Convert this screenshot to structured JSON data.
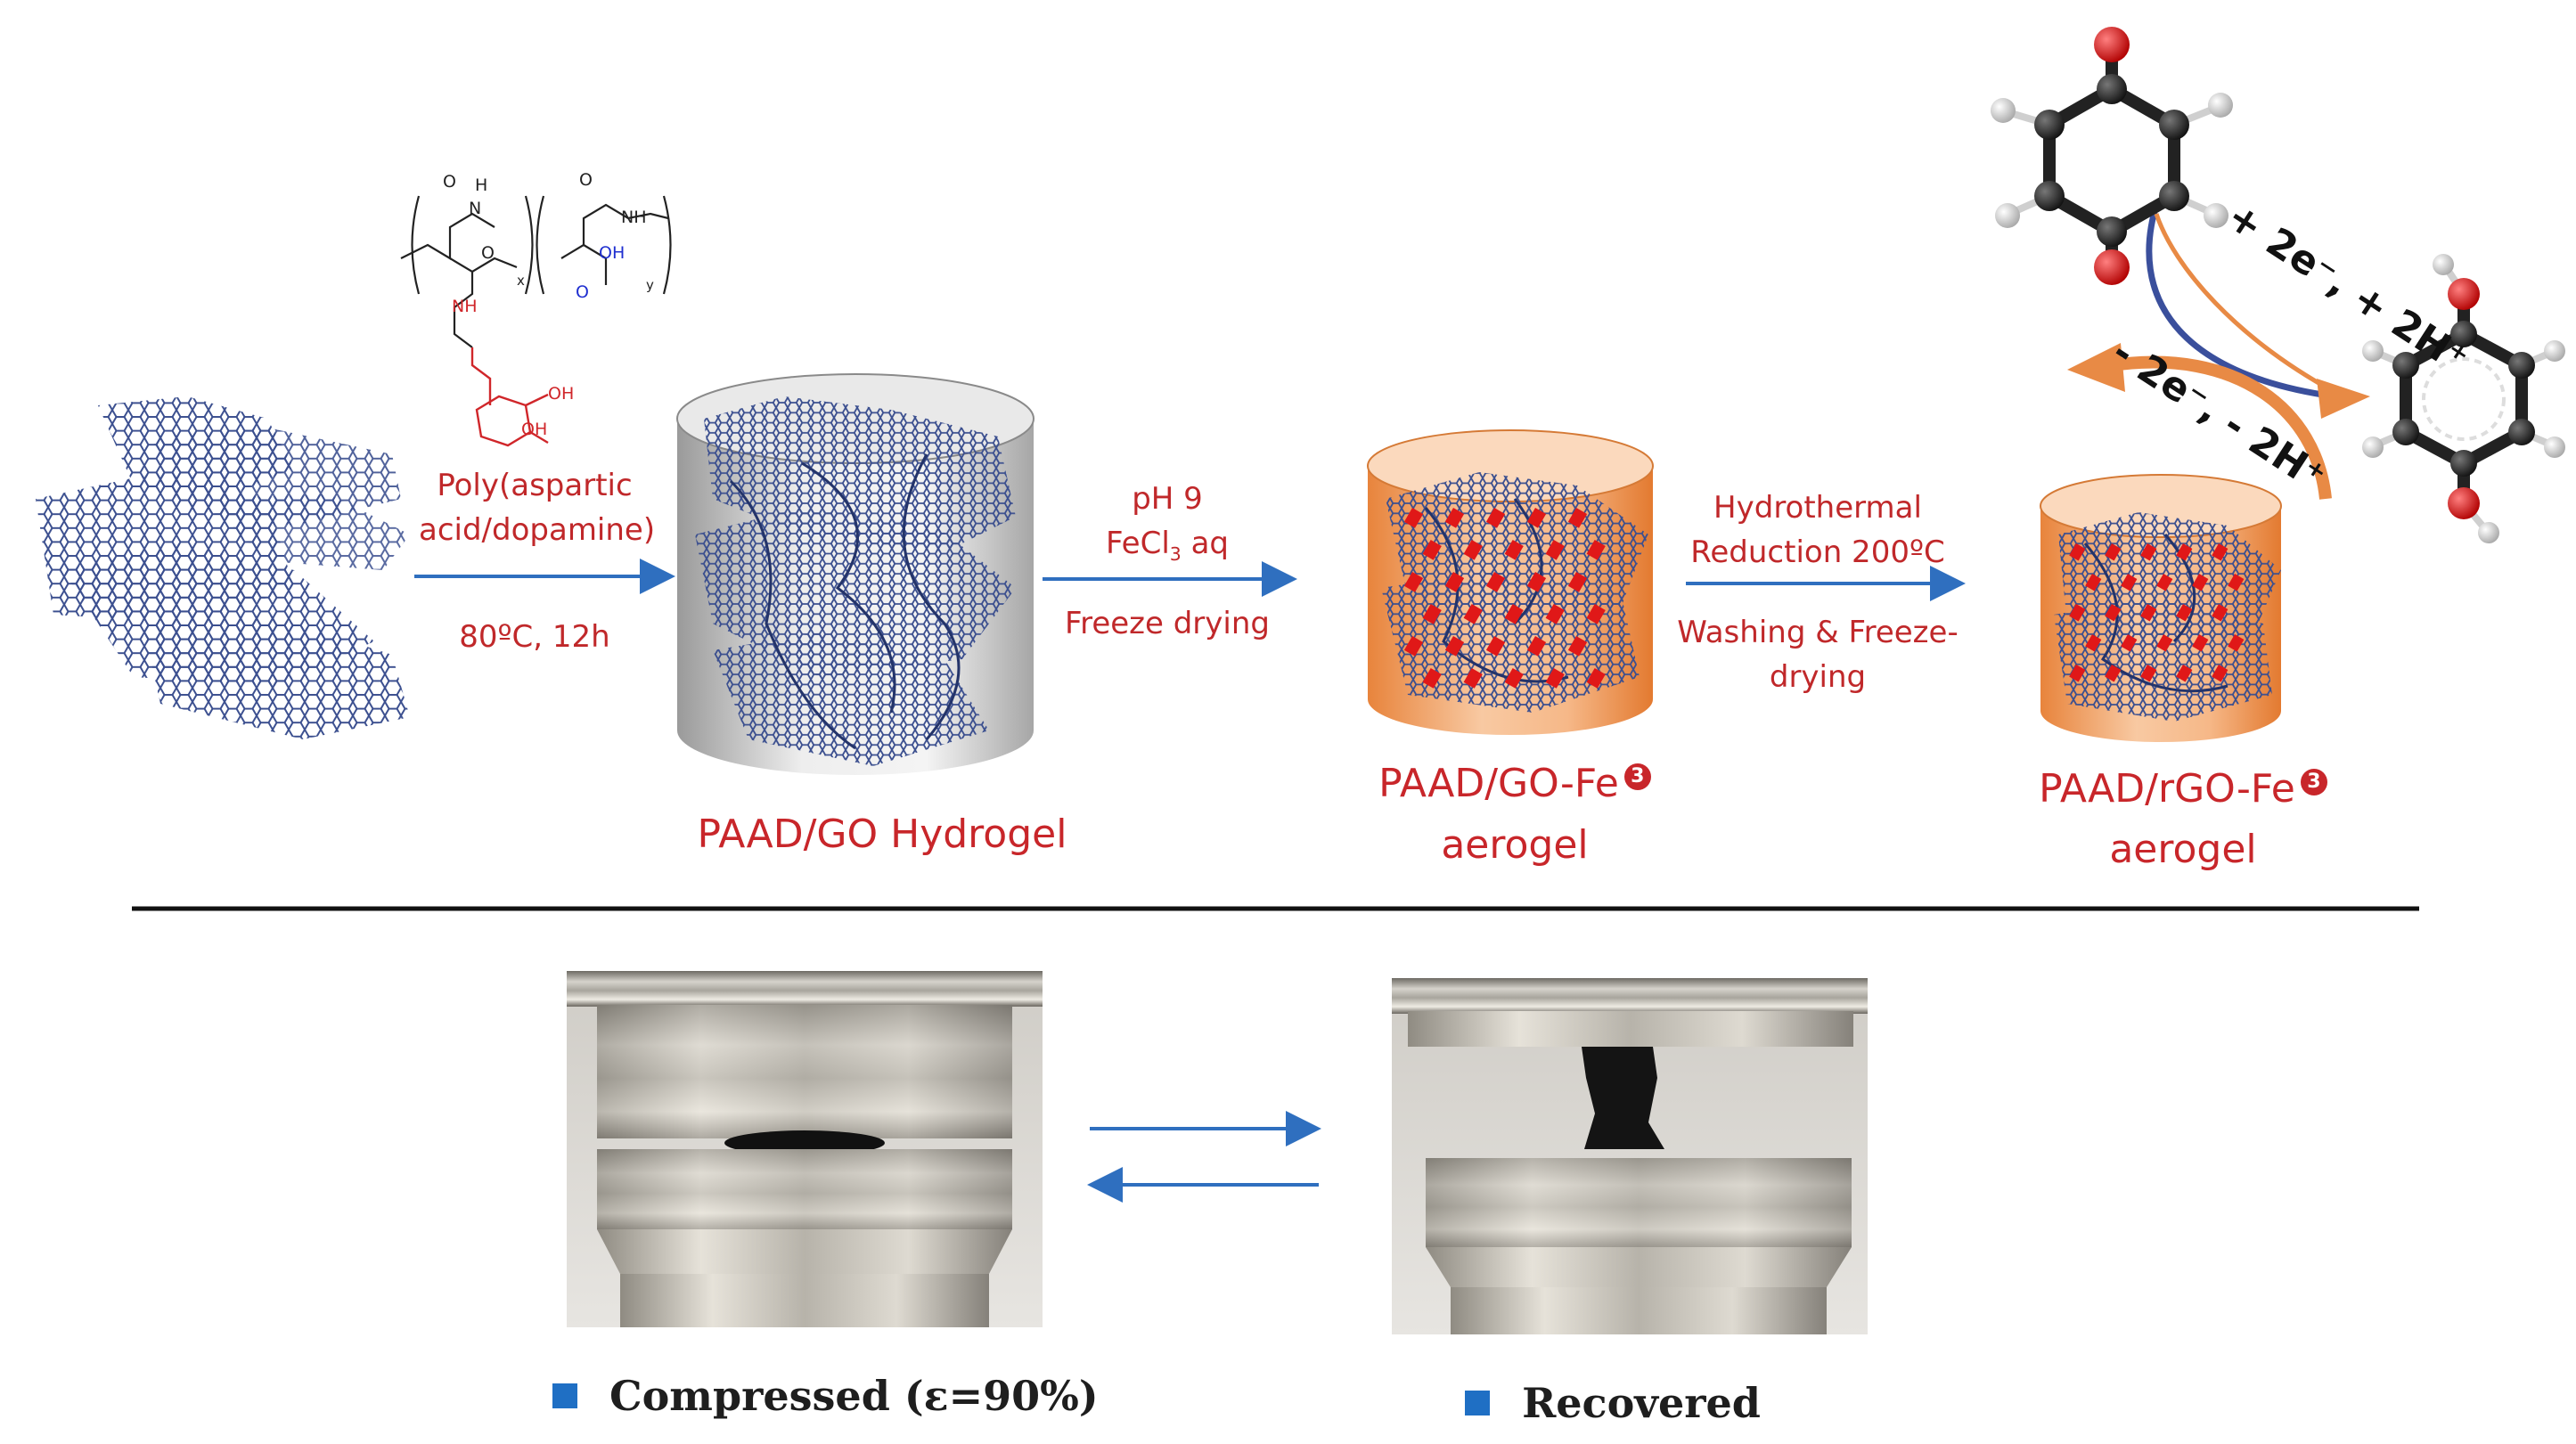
{
  "polymer": {
    "name": "Poly(aspartic acid/dopamine)",
    "struct_atoms": [
      "O",
      "H",
      "N",
      "O",
      "NH",
      "O",
      "OH",
      "O",
      "NH",
      "OH",
      "OH"
    ],
    "subscript_x": "x",
    "subscript_y": "y"
  },
  "steps": {
    "step1_condition": "80ºC, 12h",
    "step2_line1": "pH 9",
    "step2_line2_main": "FeCl",
    "step2_line2_sub": "3",
    "step2_line2_tail": " aq",
    "step2_line3": "Freeze drying",
    "step3_line1": "Hydrothermal",
    "step3_line2": "Reduction 200ºC",
    "step3_line3": "Washing & Freeze-",
    "step3_line4": "drying"
  },
  "products": {
    "hydrogel": "PAAD/GO Hydrogel",
    "aerogel1_line1": "PAAD/GO-Fe",
    "aerogel1_line2": "aerogel",
    "aerogel2_line1": "PAAD/rGO-Fe",
    "aerogel2_line2": "aerogel",
    "fe_charge": "3"
  },
  "redox": {
    "forward": "+ 2e⁻, + 2H⁺",
    "backward": "- 2e⁻, - 2H⁺"
  },
  "photos": {
    "left_caption": "Compressed (ε=90%)",
    "right_caption": "Recovered"
  },
  "colors": {
    "red_text": "#c8262a",
    "arrow_blue": "#2f6fbf",
    "graphene": "#3b4f8f",
    "cylinder_orange": "#f0924e",
    "fe_marker": "#e01818",
    "bullet_blue": "#1f6fc4"
  }
}
